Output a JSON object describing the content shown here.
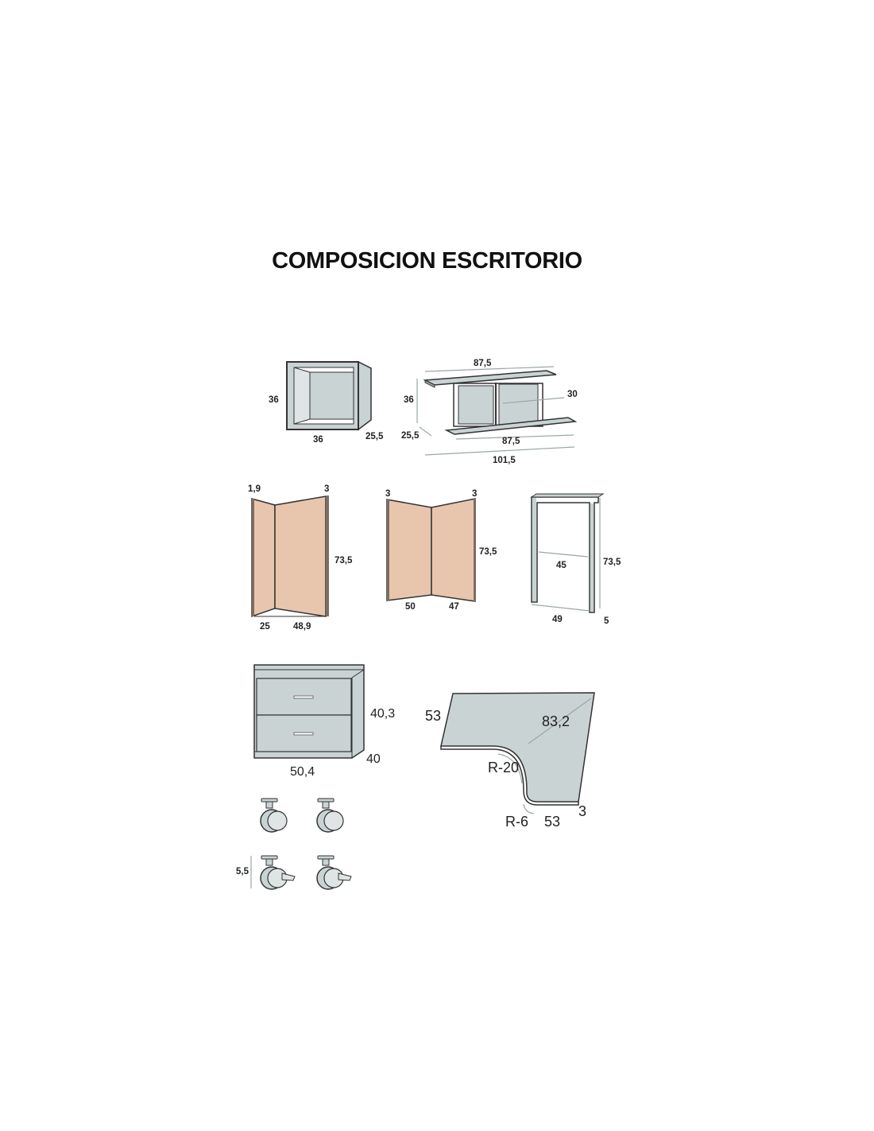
{
  "title": "COMPOSICION ESCRITORIO",
  "colors": {
    "panel_gray": "#c9d3d3",
    "panel_pink": "#e8c6ae",
    "outline": "#333333",
    "dimension_line": "#9aa6a6",
    "text": "#222222"
  },
  "modules": {
    "cube_shelf": {
      "height": "36",
      "width": "36",
      "depth": "25,5"
    },
    "wall_shelf": {
      "top_width": "87,5",
      "height": "36",
      "inner_height": "30",
      "depth": "25,5",
      "bottom_width": "87,5",
      "total_width": "101,5"
    },
    "corner_panel_a": {
      "thickness_left": "1,9",
      "thickness_right": "3",
      "height": "73,5",
      "depth_left": "25",
      "depth_right": "48,9"
    },
    "corner_panel_b": {
      "thickness_left": "3",
      "thickness_right": "3",
      "height": "73,5",
      "depth_left": "50",
      "depth_right": "47"
    },
    "metal_leg": {
      "inner_width": "45",
      "height": "73,5",
      "width": "49",
      "thickness": "5"
    },
    "drawer_unit": {
      "height": "40,3",
      "width": "50,4",
      "depth": "40"
    },
    "corner_desk": {
      "side": "53",
      "diagonal": "83,2",
      "inner_radius": "R-20",
      "corner_radius": "R-6",
      "front": "53",
      "thickness": "3"
    },
    "casters": {
      "height": "5,5",
      "count": 4
    }
  }
}
